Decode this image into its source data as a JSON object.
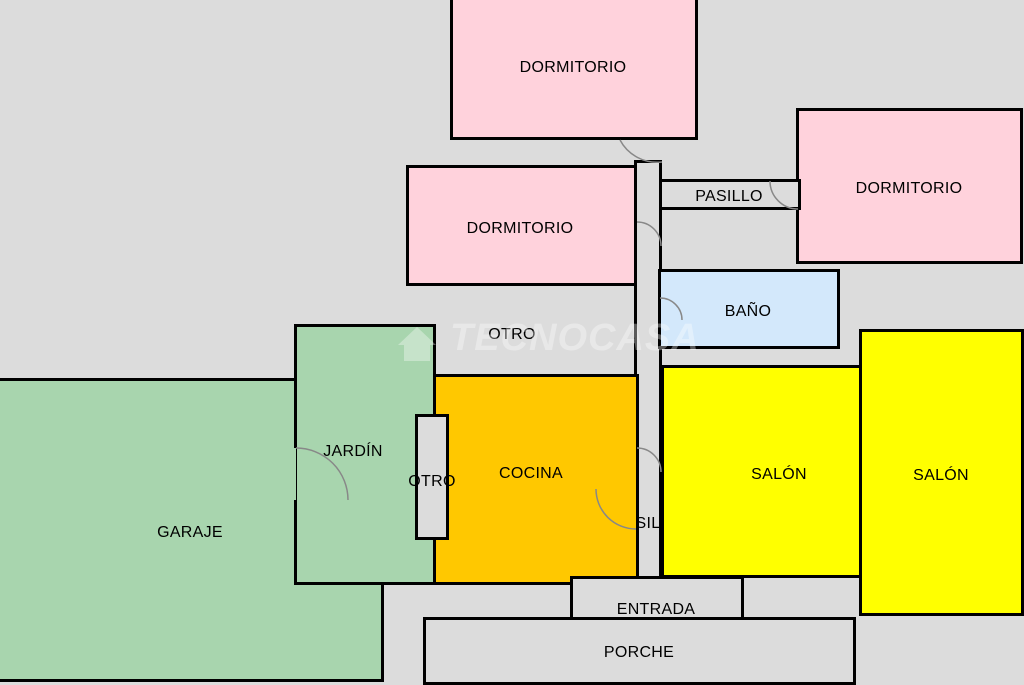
{
  "plan": {
    "rooms": {
      "dormitorio_top": "DORMITORIO",
      "dormitorio_left": "DORMITORIO",
      "dormitorio_right": "DORMITORIO",
      "pasillo": "PASILLO",
      "bano": "BAÑO",
      "otro_top": "OTRO",
      "jardin": "JARDÍN",
      "otro_small": "OTRO",
      "cocina": "COCINA",
      "garaje": "GARAJE",
      "sil": "SIL",
      "salon_1": "SALÓN",
      "salon_2": "SALÓN",
      "entrada": "ENTRADA",
      "porche": "PORCHE"
    },
    "colors": {
      "background": "#dcdcdc",
      "dormitorio": "#ffd2dc",
      "bano": "#d3e8fb",
      "garaje_jardin": "#a8d5ae",
      "cocina": "#ffc800",
      "salon": "#ffff00",
      "circulation": "#dcdcdc"
    },
    "watermark": {
      "text": "TECNOCASA",
      "icon": "house-icon"
    }
  }
}
